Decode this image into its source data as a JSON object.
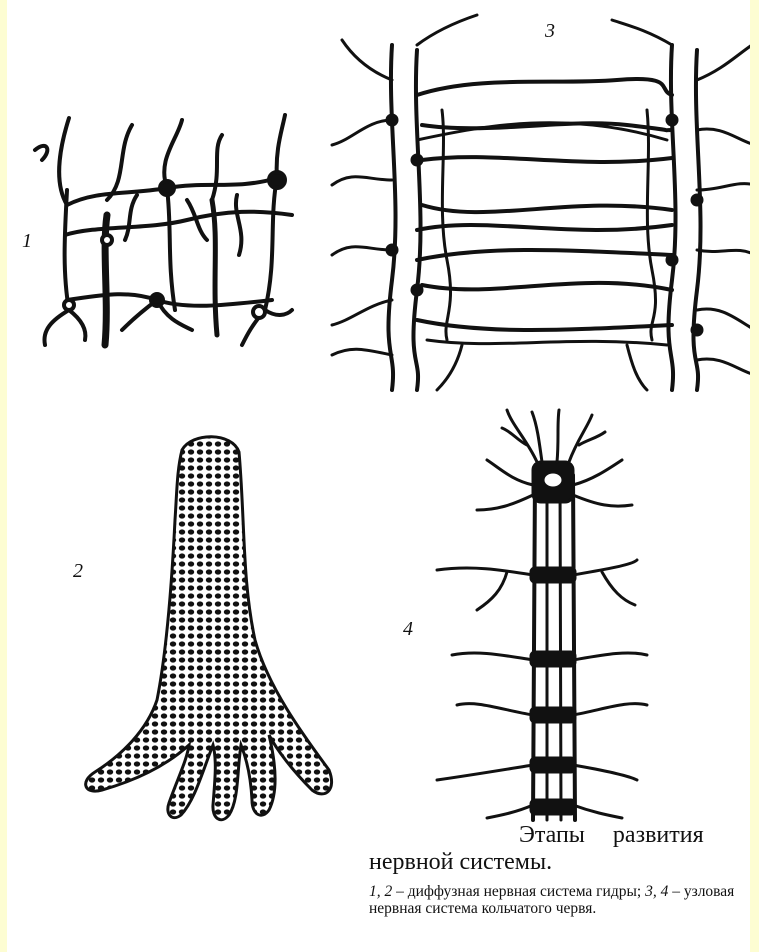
{
  "labels": {
    "fig1": "1",
    "fig2": "2",
    "fig3": "3",
    "fig4": "4"
  },
  "title": {
    "line1": "Этапы развития",
    "line2": "нервной системы."
  },
  "caption": {
    "part1_italic": "1, 2",
    "part1_text": " – диффузная нервная система гидры; ",
    "part2_italic": "3, 4",
    "part2_text": " – узловая нервная система кольчатого червя."
  },
  "colors": {
    "ink": "#111111",
    "frame": "#fdfdd2"
  }
}
